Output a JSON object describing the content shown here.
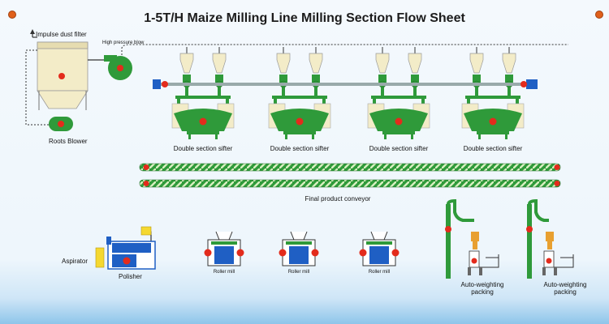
{
  "title": "1-5T/H Maize Milling Line Milling Section Flow Sheet",
  "labels": {
    "impulse_dust_filter": "Impulse dust filter",
    "high_pressure_blow": "High pressure blow",
    "roots_blower": "Roots Blower",
    "sifter": "Double section sifter",
    "final_conveyor": "Final product conveyor",
    "aspirator": "Aspirator",
    "polisher": "Polisher",
    "roller_mill": "Roller mill",
    "auto_weighting_line1": "Auto-weighting",
    "auto_weighting_line2": "packing"
  },
  "colors": {
    "equipment_green": "#2f9a3a",
    "equipment_blue": "#1f5fc4",
    "hopper_cream": "#f3ecc8",
    "marker_red": "#e32b1c",
    "duct": "#333333",
    "corner_dot": "#e0601a"
  }
}
